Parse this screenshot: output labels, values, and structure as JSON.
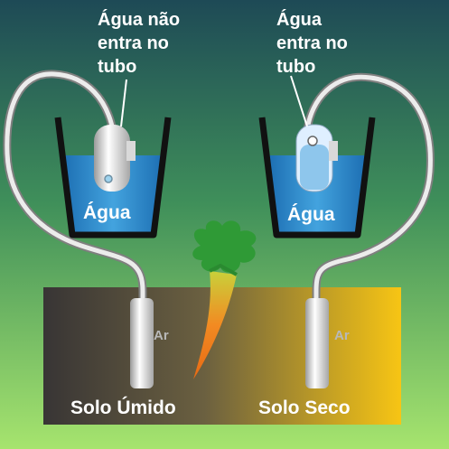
{
  "labels": {
    "left_top": [
      "Água não",
      "entra no",
      "tubo"
    ],
    "right_top": [
      "Água",
      "entra no",
      "tubo"
    ],
    "water_left": "Água",
    "water_right": "Água",
    "air_left": "Ar",
    "air_right": "Ar",
    "soil_left": "Solo Úmido",
    "soil_right": "Solo Seco"
  },
  "colors": {
    "bg_top": "#1f4e57",
    "bg_bottom": "#9fe06c",
    "water": "#2f8fd0",
    "soil_wet": "#3a3636",
    "soil_dry": "#f5c316"
  }
}
